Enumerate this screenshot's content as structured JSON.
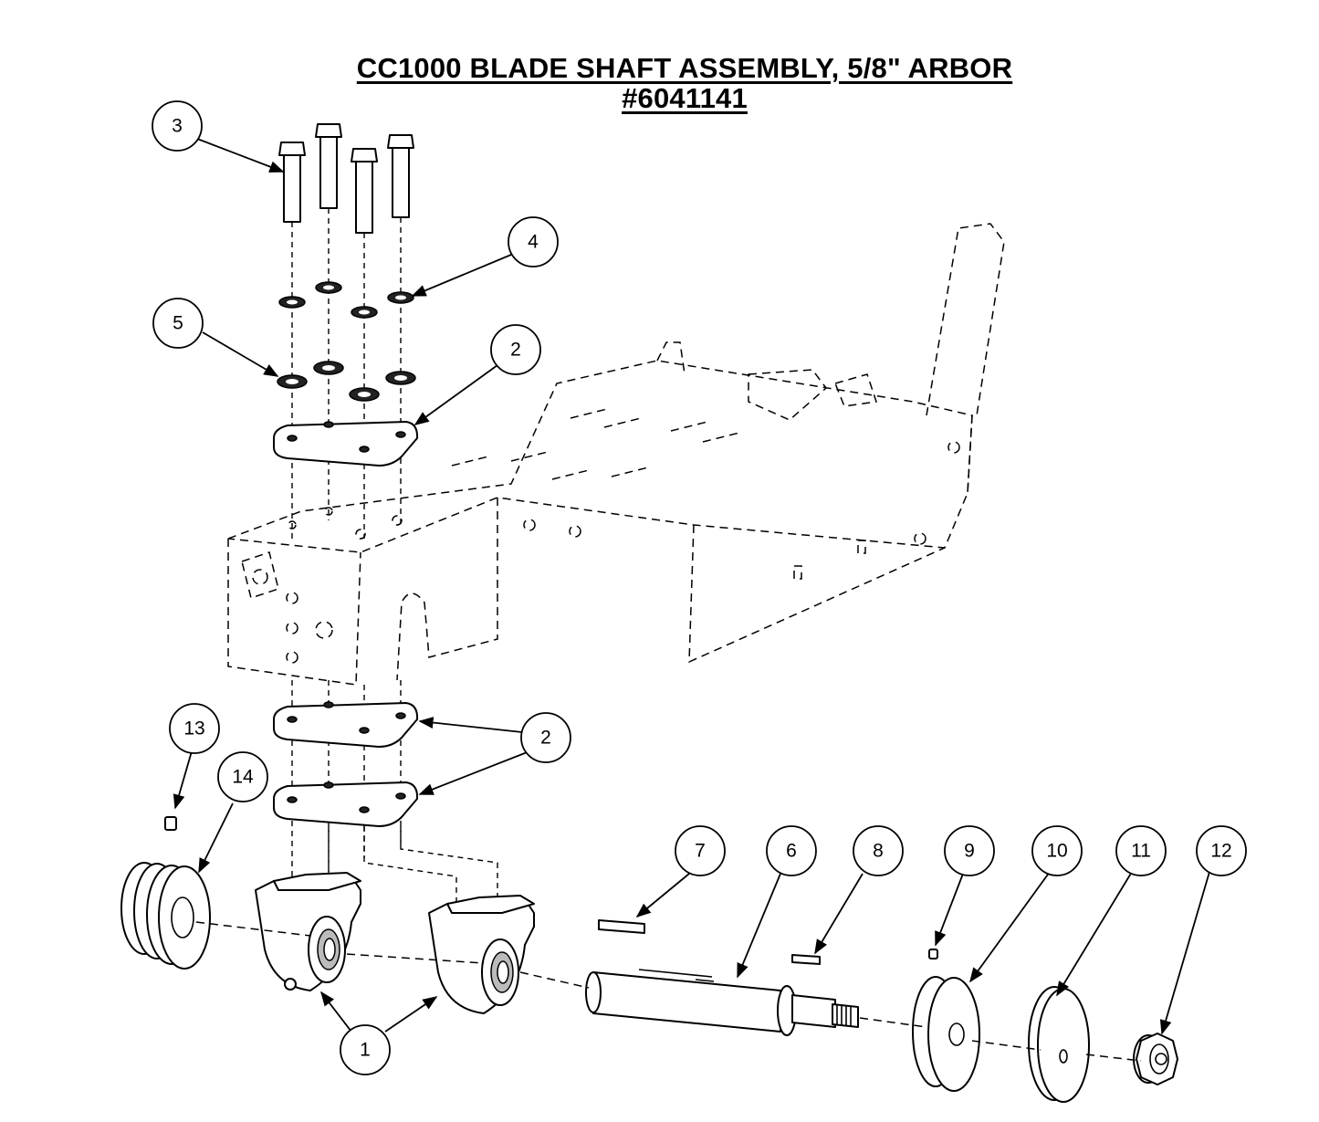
{
  "title": {
    "line1": "CC1000 BLADE SHAFT ASSEMBLY, 5/8\" ARBOR",
    "line2": "#6041141"
  },
  "callouts": [
    {
      "label": "3"
    },
    {
      "label": "4"
    },
    {
      "label": "5"
    },
    {
      "label": "2"
    },
    {
      "label": "2"
    },
    {
      "label": "13"
    },
    {
      "label": "14"
    },
    {
      "label": "7"
    },
    {
      "label": "6"
    },
    {
      "label": "8"
    },
    {
      "label": "9"
    },
    {
      "label": "10"
    },
    {
      "label": "11"
    },
    {
      "label": "12"
    },
    {
      "label": "1"
    }
  ]
}
